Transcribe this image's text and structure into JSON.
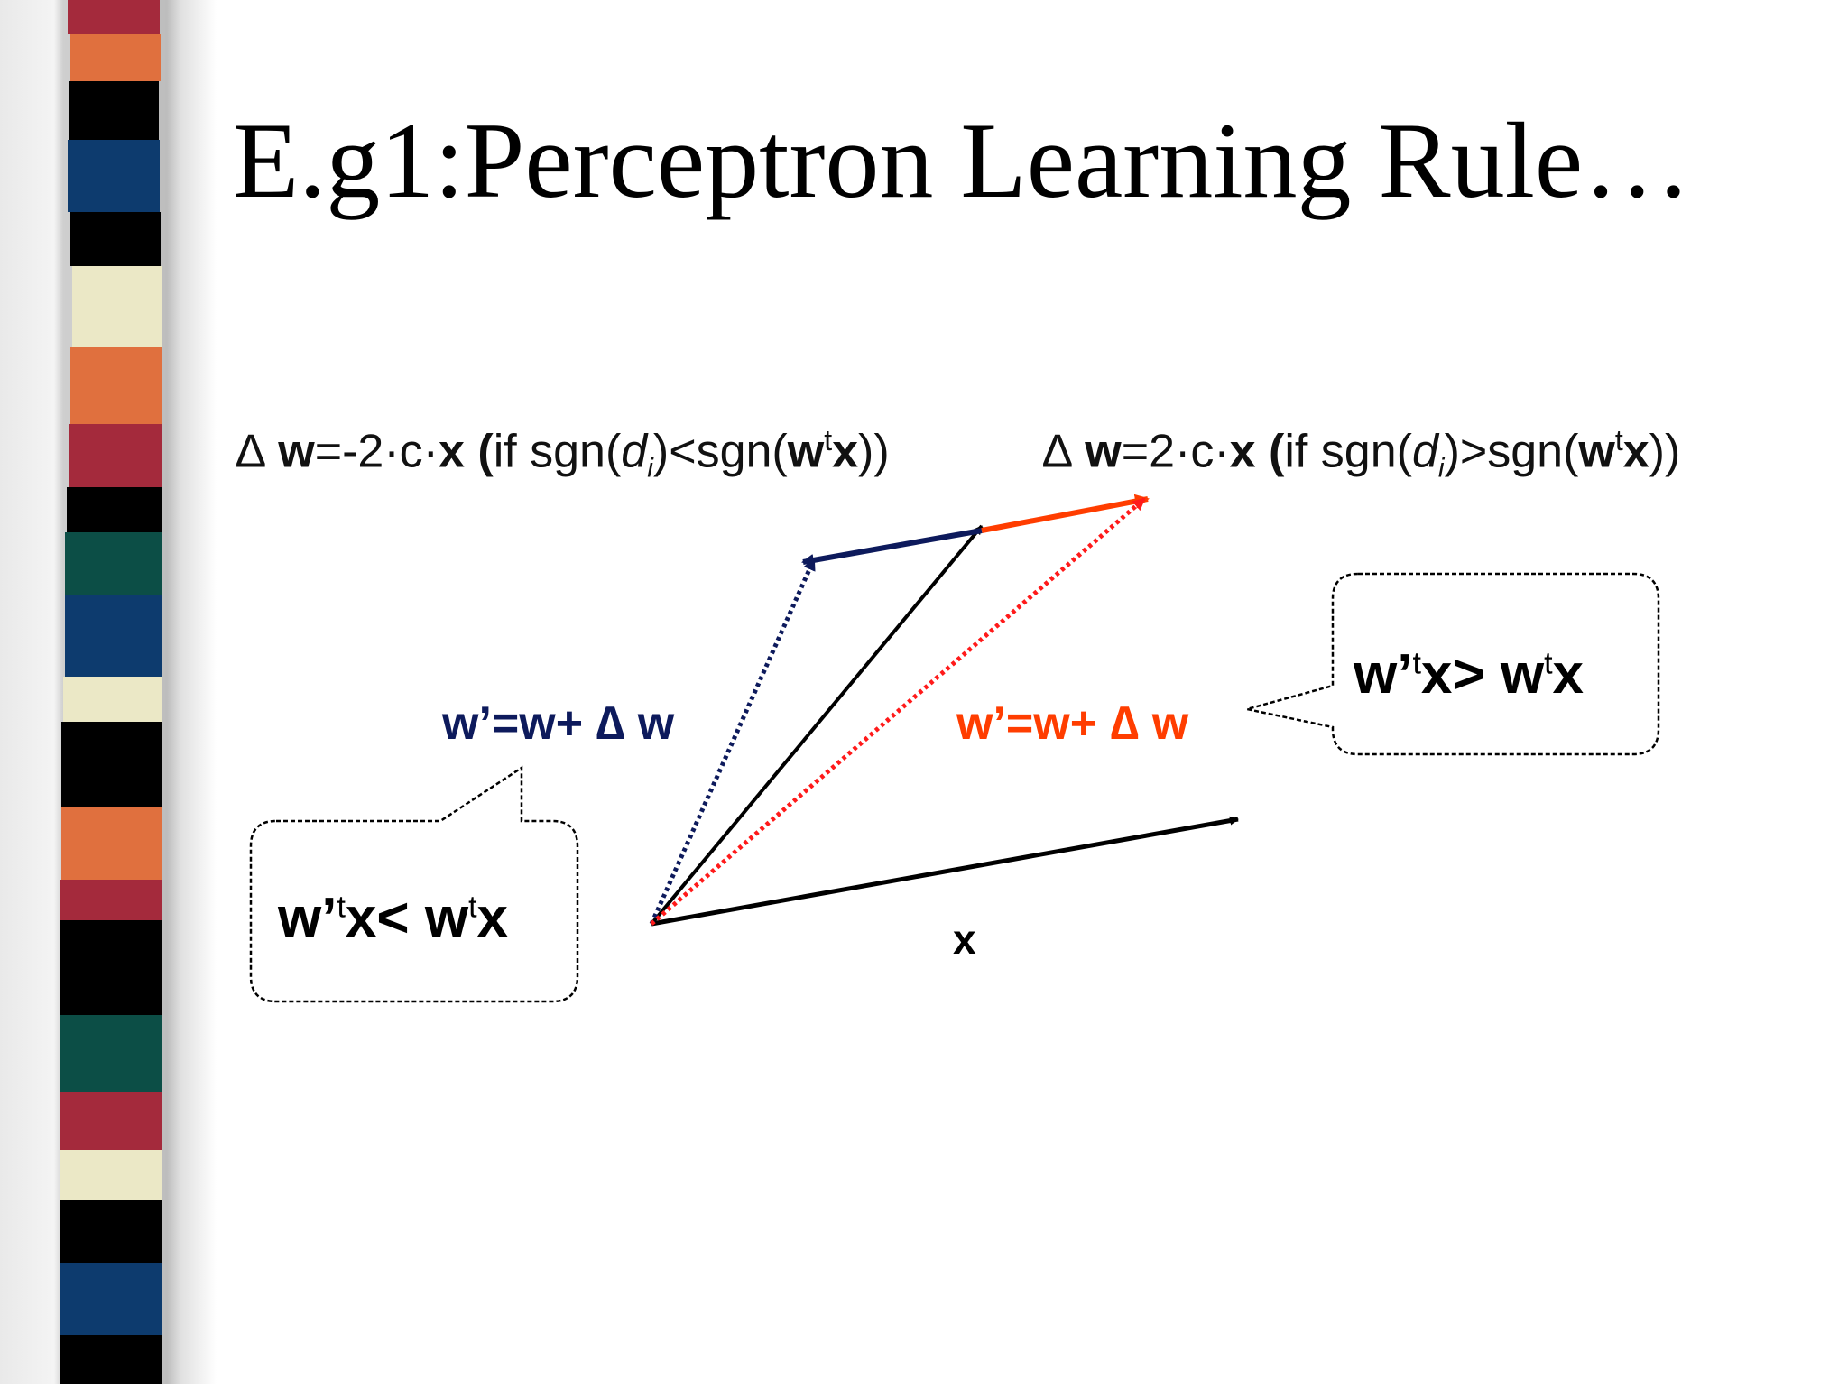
{
  "slide": {
    "title": "E.g1:Perceptron Learning Rule…"
  },
  "formulas": {
    "left": {
      "delta": "∆",
      "w": "w",
      "eq": "=-2·c·",
      "x": "x",
      "open_paren": "(",
      "if_sgn": "if sgn(",
      "d": "d",
      "i": "i",
      "mid": ")<sgn(",
      "wt_w": "w",
      "t": "t",
      "wt_x": "x",
      "close": "))"
    },
    "right": {
      "delta": "∆",
      "w": "w",
      "eq": "=2·c·",
      "x": "x",
      "open_paren": "(",
      "if_sgn": "if sgn(",
      "d": "d",
      "i": "i",
      "mid": ")>sgn(",
      "wt_w": "w",
      "t": "t",
      "wt_x": "x",
      "close": "))"
    }
  },
  "labels": {
    "update_blue": "w’=w+ ∆ w",
    "update_red": "w’=w+ ∆ w",
    "x_vector": "x"
  },
  "callouts": {
    "left": {
      "lhs": "w’",
      "t1": "t",
      "x1": "x",
      "op": "< ",
      "w2": "w",
      "t2": "t",
      "x2": "x"
    },
    "right": {
      "lhs": "w’",
      "t1": "t",
      "x1": "x",
      "op": "> ",
      "w2": "w",
      "t2": "t",
      "x2": "x"
    }
  },
  "colors": {
    "blue": "#0d1a5c",
    "red": "#ff3d00",
    "red_dotted": "#ff1a1a",
    "black": "#000000"
  }
}
